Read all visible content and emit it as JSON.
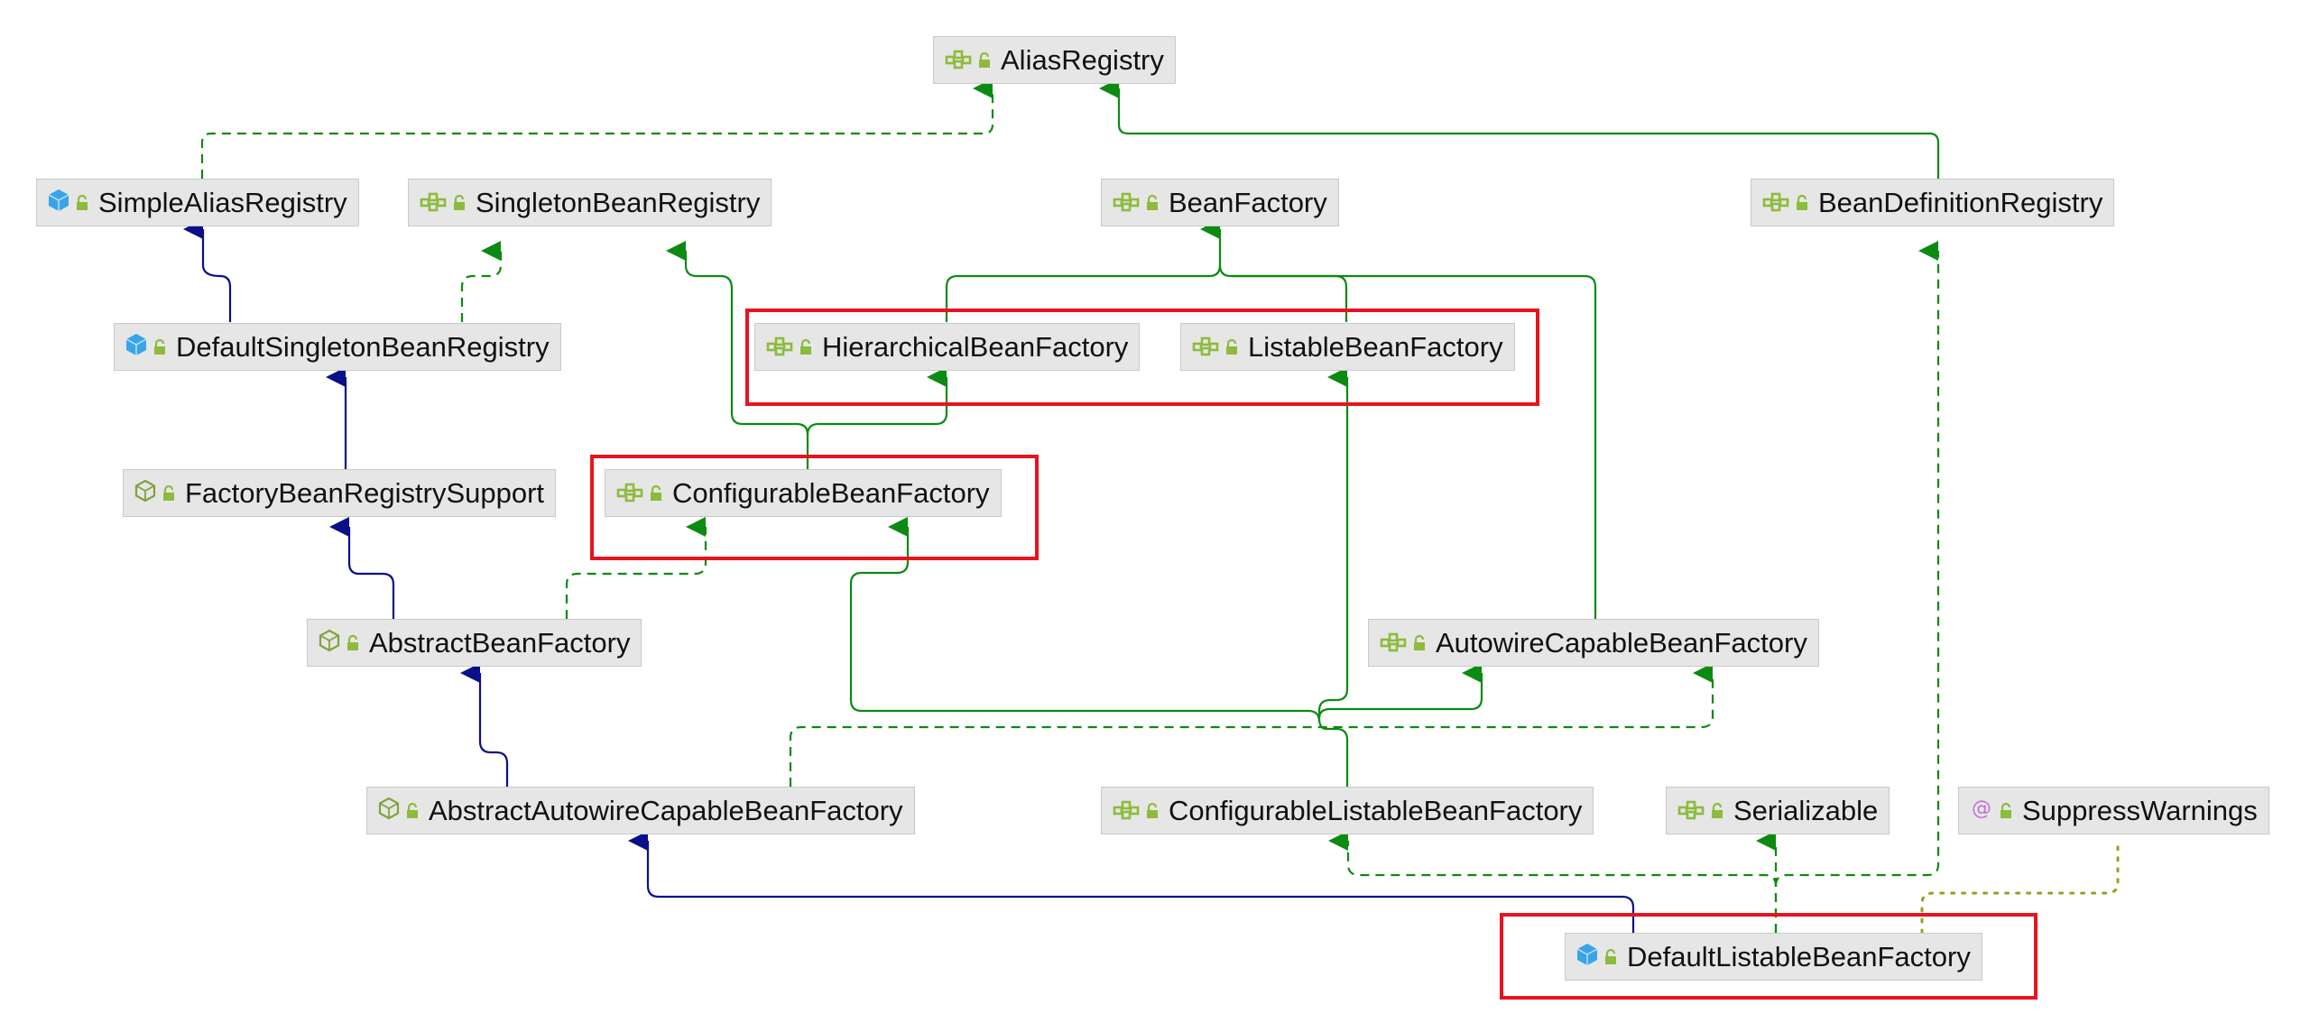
{
  "nodes": [
    {
      "id": "alias-registry",
      "label": "AliasRegistry",
      "kind": "interface"
    },
    {
      "id": "simple-alias-registry",
      "label": "SimpleAliasRegistry",
      "kind": "class"
    },
    {
      "id": "singleton-bean-registry",
      "label": "SingletonBeanRegistry",
      "kind": "interface"
    },
    {
      "id": "bean-factory",
      "label": "BeanFactory",
      "kind": "interface"
    },
    {
      "id": "bean-definition-registry",
      "label": "BeanDefinitionRegistry",
      "kind": "interface"
    },
    {
      "id": "default-singleton-bean-registry",
      "label": "DefaultSingletonBeanRegistry",
      "kind": "class"
    },
    {
      "id": "hierarchical-bean-factory",
      "label": "HierarchicalBeanFactory",
      "kind": "interface"
    },
    {
      "id": "listable-bean-factory",
      "label": "ListableBeanFactory",
      "kind": "interface"
    },
    {
      "id": "factory-bean-registry-support",
      "label": "FactoryBeanRegistrySupport",
      "kind": "abstract"
    },
    {
      "id": "configurable-bean-factory",
      "label": "ConfigurableBeanFactory",
      "kind": "interface"
    },
    {
      "id": "abstract-bean-factory",
      "label": "AbstractBeanFactory",
      "kind": "abstract"
    },
    {
      "id": "autowire-capable-bean-factory",
      "label": "AutowireCapableBeanFactory",
      "kind": "interface"
    },
    {
      "id": "abstract-autowire-capable-bean-factory",
      "label": "AbstractAutowireCapableBeanFactory",
      "kind": "abstract"
    },
    {
      "id": "configurable-listable-bean-factory",
      "label": "ConfigurableListableBeanFactory",
      "kind": "interface"
    },
    {
      "id": "serializable",
      "label": "Serializable",
      "kind": "interface"
    },
    {
      "id": "suppress-warnings",
      "label": "SuppressWarnings",
      "kind": "annotation"
    },
    {
      "id": "default-listable-bean-factory",
      "label": "DefaultListableBeanFactory",
      "kind": "class"
    }
  ],
  "edges": [
    {
      "from": "simple-alias-registry",
      "to": "alias-registry",
      "type": "implements"
    },
    {
      "from": "bean-definition-registry",
      "to": "alias-registry",
      "type": "extends-interface"
    },
    {
      "from": "default-singleton-bean-registry",
      "to": "simple-alias-registry",
      "type": "extends-class"
    },
    {
      "from": "default-singleton-bean-registry",
      "to": "singleton-bean-registry",
      "type": "implements"
    },
    {
      "from": "hierarchical-bean-factory",
      "to": "bean-factory",
      "type": "extends-interface"
    },
    {
      "from": "listable-bean-factory",
      "to": "bean-factory",
      "type": "extends-interface"
    },
    {
      "from": "autowire-capable-bean-factory",
      "to": "bean-factory",
      "type": "extends-interface"
    },
    {
      "from": "configurable-bean-factory",
      "to": "hierarchical-bean-factory",
      "type": "extends-interface"
    },
    {
      "from": "configurable-bean-factory",
      "to": "singleton-bean-registry",
      "type": "extends-interface"
    },
    {
      "from": "factory-bean-registry-support",
      "to": "default-singleton-bean-registry",
      "type": "extends-class"
    },
    {
      "from": "abstract-bean-factory",
      "to": "factory-bean-registry-support",
      "type": "extends-class"
    },
    {
      "from": "abstract-bean-factory",
      "to": "configurable-bean-factory",
      "type": "implements"
    },
    {
      "from": "abstract-autowire-capable-bean-factory",
      "to": "abstract-bean-factory",
      "type": "extends-class"
    },
    {
      "from": "abstract-autowire-capable-bean-factory",
      "to": "autowire-capable-bean-factory",
      "type": "implements"
    },
    {
      "from": "configurable-listable-bean-factory",
      "to": "listable-bean-factory",
      "type": "extends-interface"
    },
    {
      "from": "configurable-listable-bean-factory",
      "to": "autowire-capable-bean-factory",
      "type": "extends-interface"
    },
    {
      "from": "configurable-listable-bean-factory",
      "to": "configurable-bean-factory",
      "type": "extends-interface"
    },
    {
      "from": "default-listable-bean-factory",
      "to": "abstract-autowire-capable-bean-factory",
      "type": "extends-class"
    },
    {
      "from": "default-listable-bean-factory",
      "to": "configurable-listable-bean-factory",
      "type": "implements"
    },
    {
      "from": "default-listable-bean-factory",
      "to": "bean-definition-registry",
      "type": "implements"
    },
    {
      "from": "default-listable-bean-factory",
      "to": "serializable",
      "type": "implements"
    },
    {
      "from": "default-listable-bean-factory",
      "to": "suppress-warnings",
      "type": "annotated-with"
    }
  ],
  "highlighted": [
    "hierarchical-bean-factory",
    "listable-bean-factory",
    "configurable-bean-factory",
    "default-listable-bean-factory"
  ],
  "colors": {
    "extends_class": "#0a0f8a",
    "interface_edge": "#0d8a12",
    "annotation_edge": "#86a91c",
    "highlight": "#e8131f",
    "node_fill": "#e6e6e6",
    "class_icon": "#39a4e8",
    "abstract_icon": "#7fa33a",
    "interface_icon": "#8dbb3c",
    "annotation_icon": "#c06fd8",
    "lock_icon": "#8dbb3c"
  }
}
